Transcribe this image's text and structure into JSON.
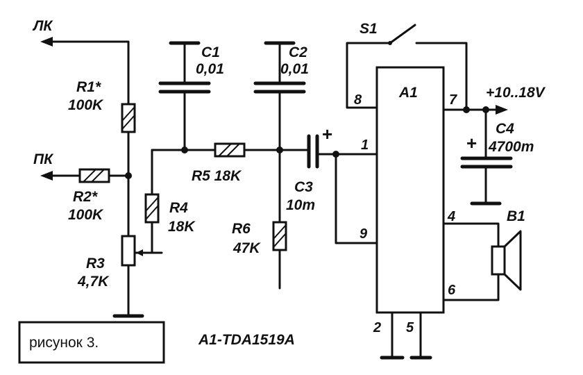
{
  "inputs": {
    "left": "ЛК",
    "right": "ПК"
  },
  "components": {
    "R1": {
      "name": "R1*",
      "value": "100K"
    },
    "R2": {
      "name": "R2*",
      "value": "100K"
    },
    "R3": {
      "name": "R3",
      "value": "4,7K"
    },
    "R4": {
      "name": "R4",
      "value": "18K"
    },
    "R5": {
      "name": "R5 18K"
    },
    "R6": {
      "name": "R6",
      "value": "47K"
    },
    "C1": {
      "name": "C1",
      "value": "0,01"
    },
    "C2": {
      "name": "C2",
      "value": "0,01"
    },
    "C3": {
      "name": "C3",
      "value": "10m"
    },
    "C4": {
      "name": "C4",
      "value": "4700m"
    },
    "S1": {
      "name": "S1"
    },
    "B1": {
      "name": "B1"
    },
    "A1": {
      "name": "A1"
    }
  },
  "chip_pins": {
    "p1": "1",
    "p2": "2",
    "p4": "4",
    "p5": "5",
    "p6": "6",
    "p7": "7",
    "p8": "8",
    "p9": "9"
  },
  "polarity": "+",
  "supply": "+10..18V",
  "ic_note": "A1-TDA1519A",
  "caption": "рисунок 3."
}
